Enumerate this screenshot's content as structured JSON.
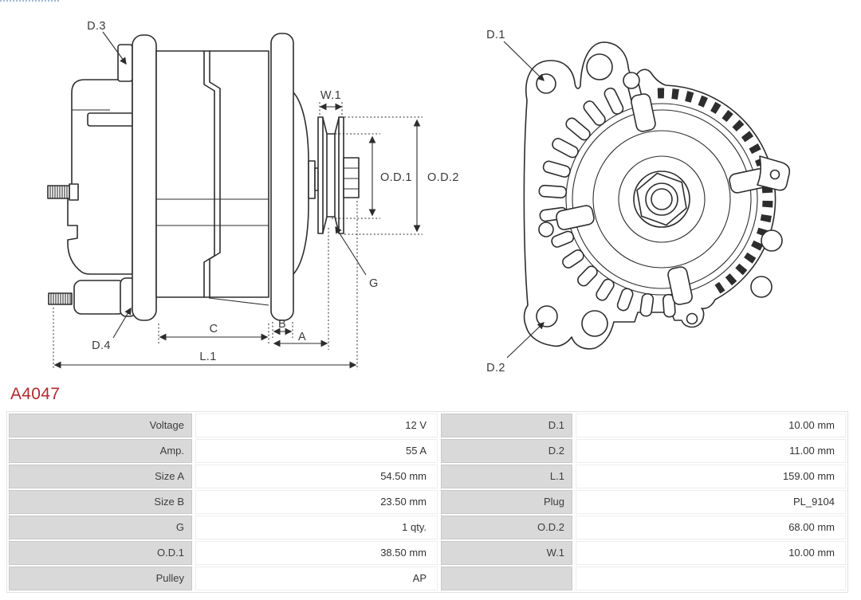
{
  "page": {
    "part_number": "A4047"
  },
  "colors": {
    "part_number_red": "#b4282e",
    "drawing_line": "#2d2d2d",
    "table_label_bg": "#d9d9d9",
    "table_label_border": "#c8c8c8",
    "table_value_border": "#ededed",
    "top_artifact_blue": "#9fb9d6"
  },
  "diagrams": {
    "side_view": {
      "labels": {
        "d3": "D.3",
        "d4": "D.4",
        "w1": "W.1",
        "od1": "O.D.1",
        "od2": "O.D.2",
        "g": "G",
        "c": "C",
        "b": "B",
        "a": "A",
        "l1": "L.1"
      }
    },
    "front_view": {
      "labels": {
        "d1": "D.1",
        "d2": "D.2"
      }
    }
  },
  "table": {
    "rows": [
      {
        "left_label": "Voltage",
        "left_value": "12 V",
        "right_label": "D.1",
        "right_value": "10.00 mm"
      },
      {
        "left_label": "Amp.",
        "left_value": "55 A",
        "right_label": "D.2",
        "right_value": "11.00 mm"
      },
      {
        "left_label": "Size A",
        "left_value": "54.50 mm",
        "right_label": "L.1",
        "right_value": "159.00 mm"
      },
      {
        "left_label": "Size B",
        "left_value": "23.50 mm",
        "right_label": "Plug",
        "right_value": "PL_9104"
      },
      {
        "left_label": "G",
        "left_value": "1 qty.",
        "right_label": "O.D.2",
        "right_value": "68.00 mm"
      },
      {
        "left_label": "O.D.1",
        "left_value": "38.50 mm",
        "right_label": "W.1",
        "right_value": "10.00 mm"
      },
      {
        "left_label": "Pulley",
        "left_value": "AP",
        "right_label": "",
        "right_value": ""
      }
    ]
  }
}
